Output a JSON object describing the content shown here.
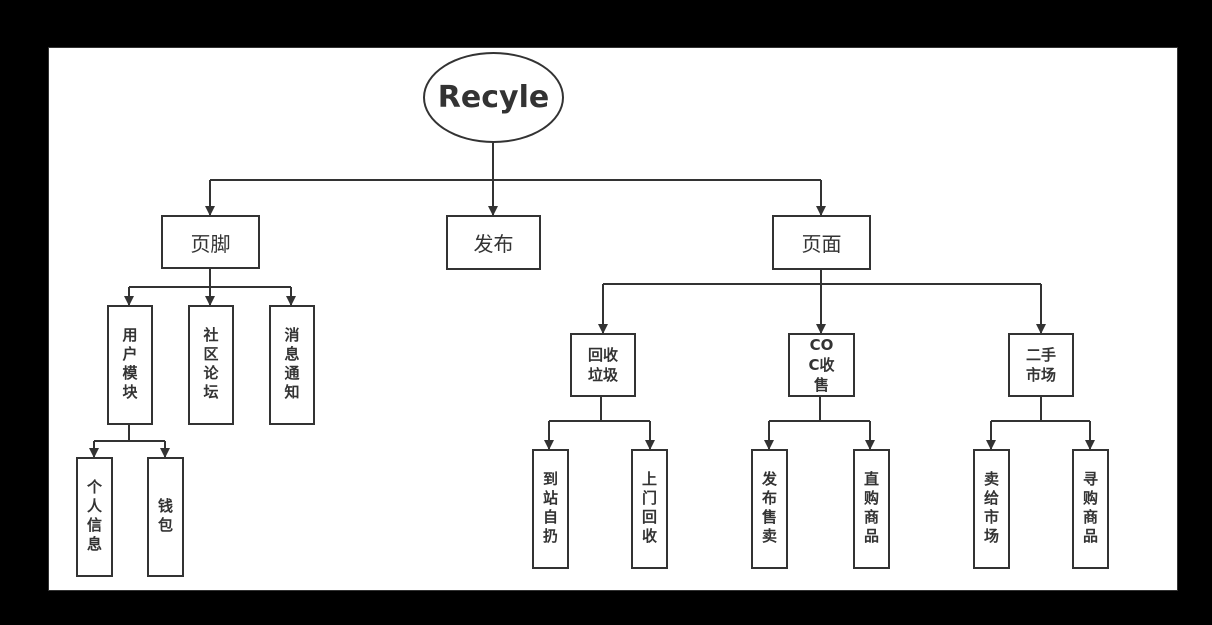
{
  "root": "Recyle",
  "level1": {
    "footer": "页脚",
    "publish": "发布",
    "page": "页面"
  },
  "footer_children": {
    "user_module": "用户模块",
    "community_forum": "社区论坛",
    "notifications": "消息通知"
  },
  "user_module_children": {
    "personal_info": "个人信息",
    "wallet": "钱包"
  },
  "page_children": {
    "recycle_garbage": "回收垃圾",
    "coc_sale": "COC收售",
    "second_hand_market": "二手市场"
  },
  "recycle_children": {
    "station_drop": "到站自扔",
    "door_pickup": "上门回收"
  },
  "coc_children": {
    "publish_sale": "发布售卖",
    "direct_purchase": "直购商品"
  },
  "market_children": {
    "sell_to_market": "卖给市场",
    "seek_goods": "寻购商品"
  },
  "colors": {
    "stroke": "#333333",
    "background": "#ffffff",
    "frame": "#000000"
  }
}
